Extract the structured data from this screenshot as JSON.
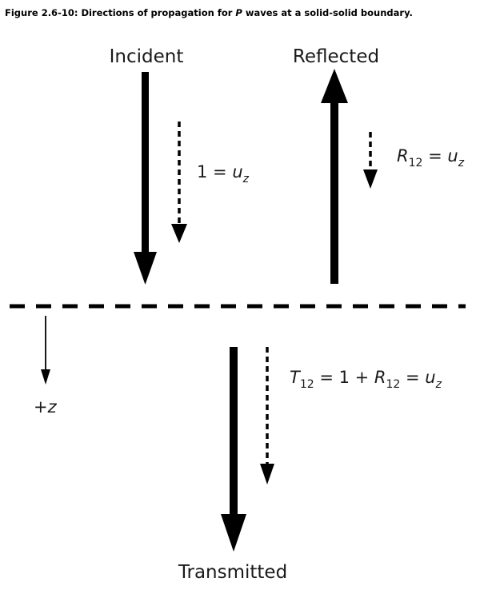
{
  "figure": {
    "title_prefix": "Figure 2.6-10: Directions of propagation for ",
    "title_var": "P",
    "title_suffix": " waves at a solid-solid boundary."
  },
  "labels": {
    "incident": "Incident",
    "reflected": "Reflected",
    "transmitted": "Transmitted"
  },
  "equations": {
    "incident": {
      "lhs": "1",
      "eq": " = ",
      "var": "u",
      "sub": "z"
    },
    "reflected": {
      "coef": "R",
      "coef_sub": "12",
      "eq": " = ",
      "var": "u",
      "sub": "z"
    },
    "transmitted": {
      "coef": "T",
      "coef_sub": "12",
      "mid": " = 1 + ",
      "coef2": "R",
      "coef2_sub": "12",
      "eq": " = ",
      "var": "u",
      "sub": "z"
    },
    "axis": {
      "sign": "+",
      "var": "z"
    }
  }
}
